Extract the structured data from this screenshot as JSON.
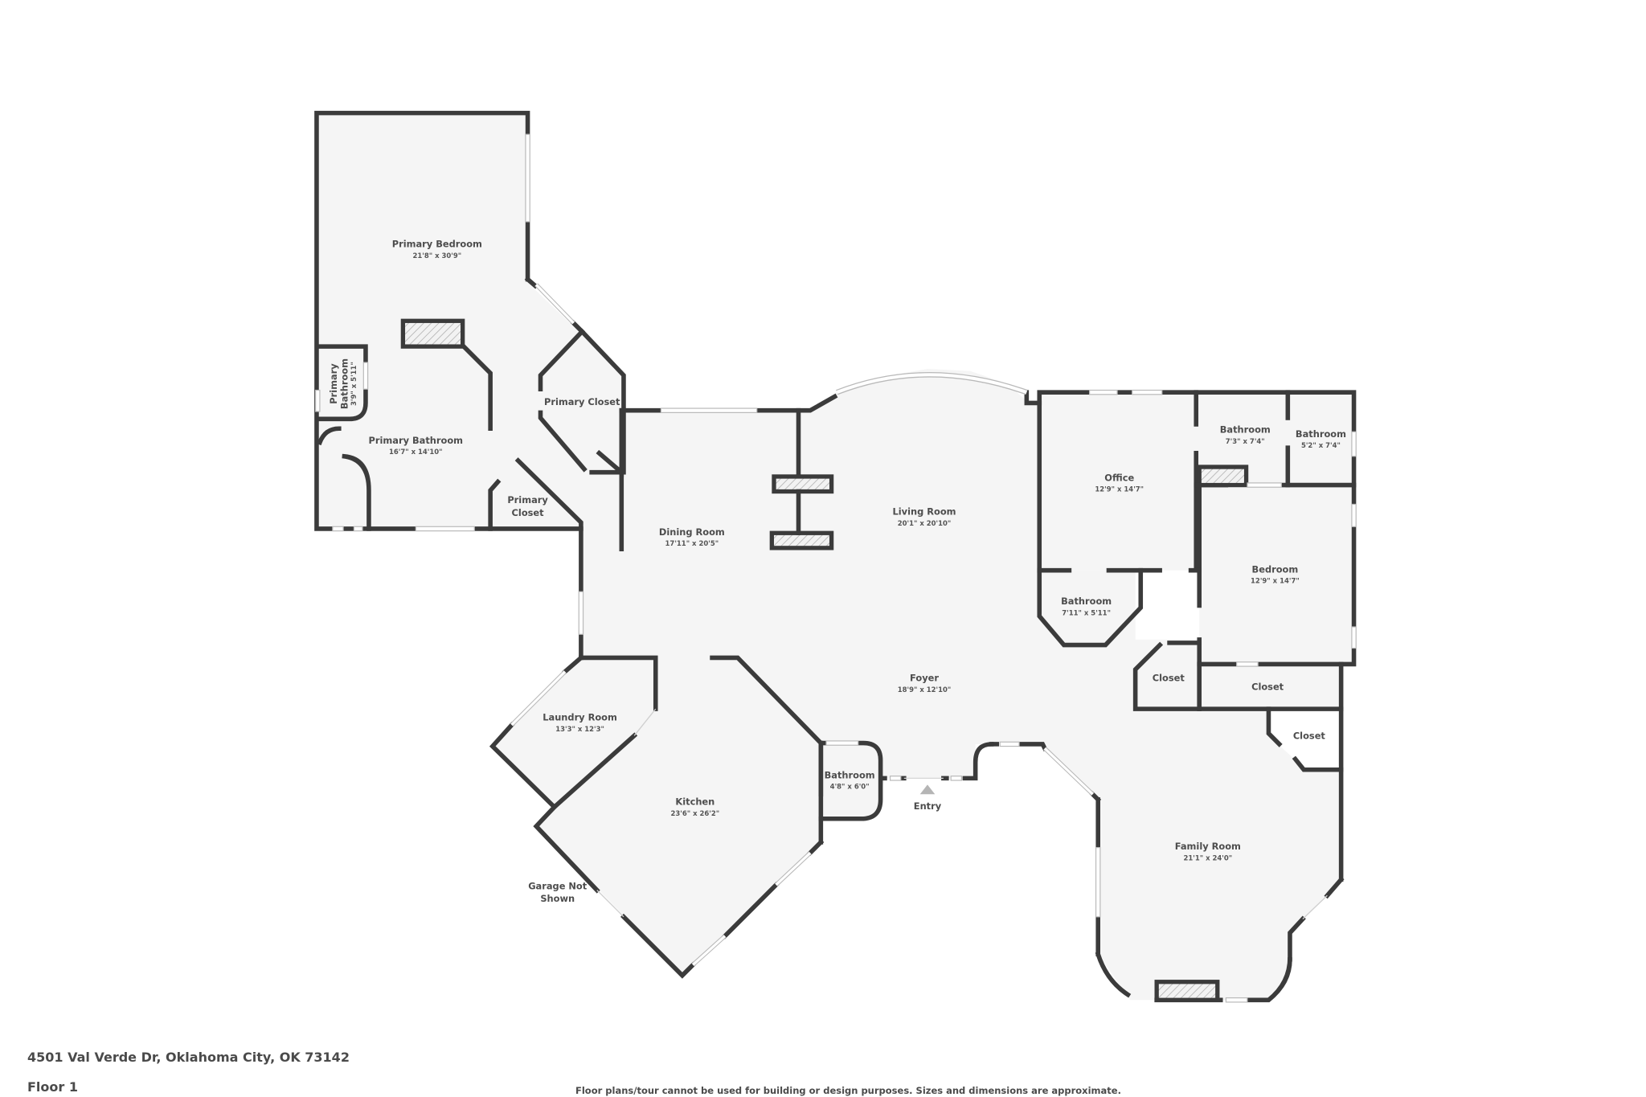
{
  "plan": {
    "address": "4501 Val Verde Dr, Oklahoma City, OK 73142",
    "floor_label": "Floor 1",
    "disclaimer": "Floor plans/tour cannot be used for building or design purposes. Sizes and dimensions are approximate.",
    "entry_label": "Entry",
    "garage_note_line1": "Garage Not",
    "garage_note_line2": "Shown"
  },
  "rooms": [
    {
      "id": "primary-bedroom",
      "name": "Primary Bedroom",
      "dims": "21'8\" x 30'9\""
    },
    {
      "id": "primary-bathroom-small",
      "name_line1": "Primary",
      "name_line2": "Bathroom",
      "dims": "3'9\" x 5'11\""
    },
    {
      "id": "primary-bathroom",
      "name": "Primary Bathroom",
      "dims": "16'7\" x 14'10\""
    },
    {
      "id": "primary-closet-1",
      "name": "Primary Closet"
    },
    {
      "id": "primary-closet-2",
      "name_line1": "Primary",
      "name_line2": "Closet"
    },
    {
      "id": "dining-room",
      "name": "Dining Room",
      "dims": "17'11\" x 20'5\""
    },
    {
      "id": "living-room",
      "name": "Living Room",
      "dims": "20'1\" x 20'10\""
    },
    {
      "id": "office",
      "name": "Office",
      "dims": "12'9\" x 14'7\""
    },
    {
      "id": "bathroom-1",
      "name": "Bathroom",
      "dims": "7'3\" x 7'4\""
    },
    {
      "id": "bathroom-2",
      "name": "Bathroom",
      "dims": "5'2\" x 7'4\""
    },
    {
      "id": "bedroom",
      "name": "Bedroom",
      "dims": "12'9\" x 14'7\""
    },
    {
      "id": "bathroom-3",
      "name": "Bathroom",
      "dims": "7'11\" x 5'11\""
    },
    {
      "id": "foyer",
      "name": "Foyer",
      "dims": "18'9\" x 12'10\""
    },
    {
      "id": "closet-1",
      "name": "Closet"
    },
    {
      "id": "closet-2",
      "name": "Closet"
    },
    {
      "id": "closet-3",
      "name": "Closet"
    },
    {
      "id": "laundry-room",
      "name": "Laundry Room",
      "dims": "13'3\" x 12'3\""
    },
    {
      "id": "kitchen",
      "name": "Kitchen",
      "dims": "23'6\" x 26'2\""
    },
    {
      "id": "bathroom-4",
      "name": "Bathroom",
      "dims": "4'8\" x 6'0\""
    },
    {
      "id": "family-room",
      "name": "Family Room",
      "dims": "21'1\" x 24'0\""
    }
  ]
}
